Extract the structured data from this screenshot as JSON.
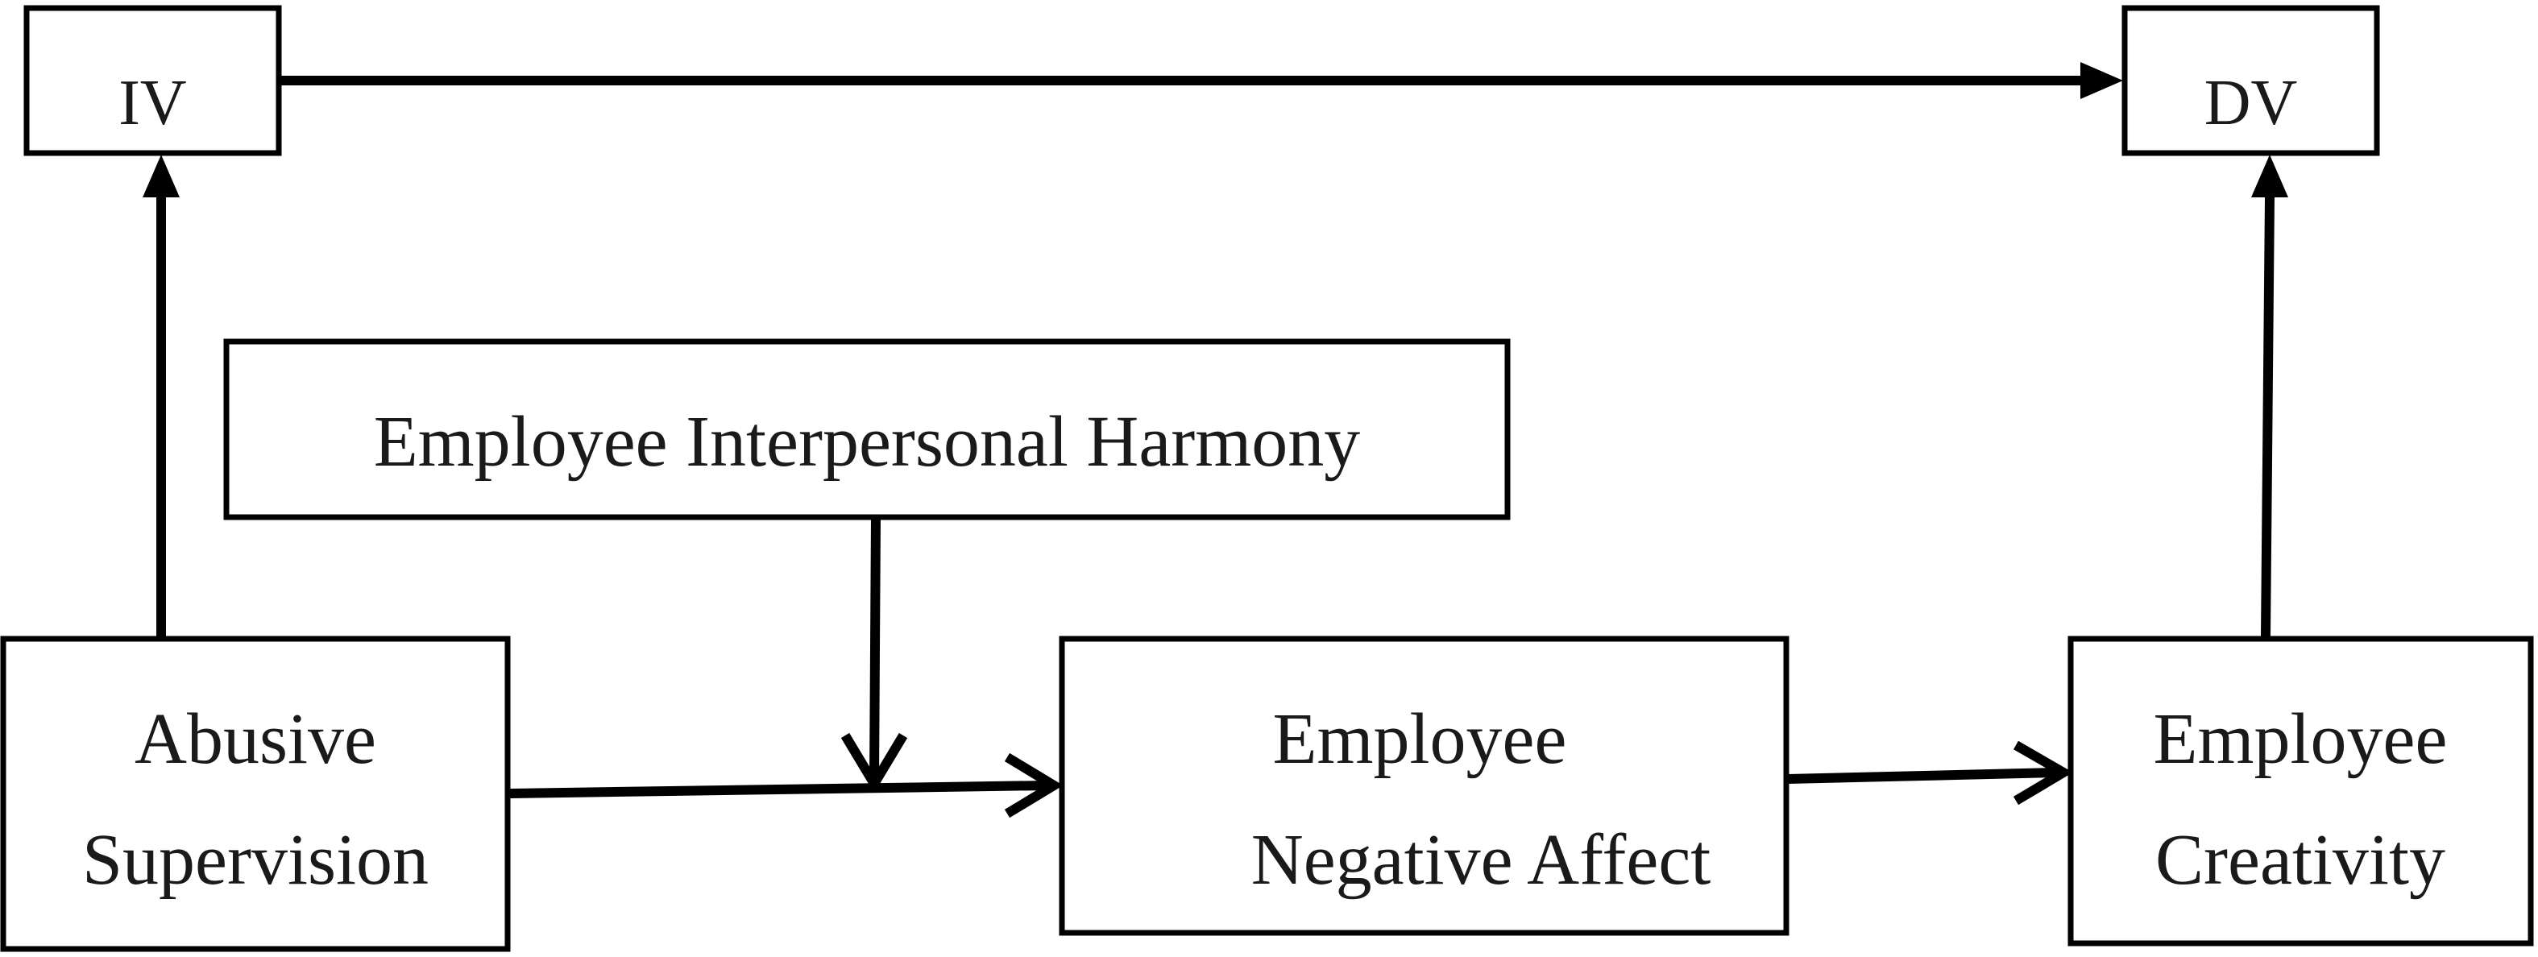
{
  "diagram": {
    "iv_box": {
      "label": "IV"
    },
    "dv_box": {
      "label": "DV"
    },
    "moderator_box": {
      "label": "Employee Interpersonal Harmony"
    },
    "independent_box": {
      "line1": "Abusive",
      "line2": "Supervision"
    },
    "mediator_box": {
      "line1": "Employee",
      "line2": "Negative Affect"
    },
    "dependent_box": {
      "line1": "Employee",
      "line2": "Creativity"
    },
    "colors": {
      "line": "#000000",
      "text": "#1a1a1a",
      "background": "#ffffff"
    }
  }
}
